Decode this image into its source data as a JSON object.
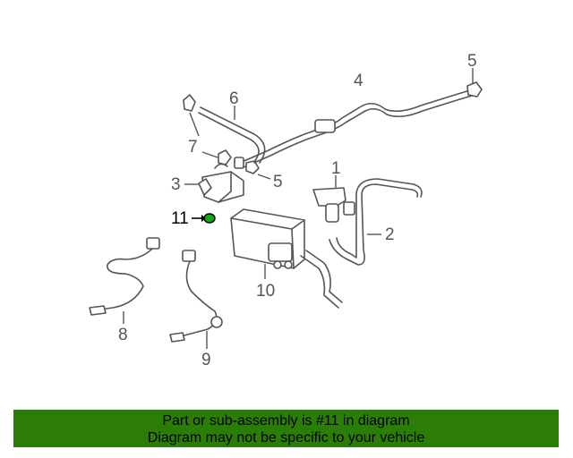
{
  "diagram": {
    "callouts": {
      "c1": "1",
      "c2": "2",
      "c3": "3",
      "c4": "4",
      "c5a": "5",
      "c5b": "5",
      "c6": "6",
      "c7": "7",
      "c8": "8",
      "c9": "9",
      "c10": "10",
      "c11": "11"
    },
    "highlight_color": "#13a813"
  },
  "banner": {
    "line1": "Part or sub-assembly is #11 in diagram",
    "line2": "Diagram may not be specific to your vehicle",
    "background": "#2c7d07"
  }
}
